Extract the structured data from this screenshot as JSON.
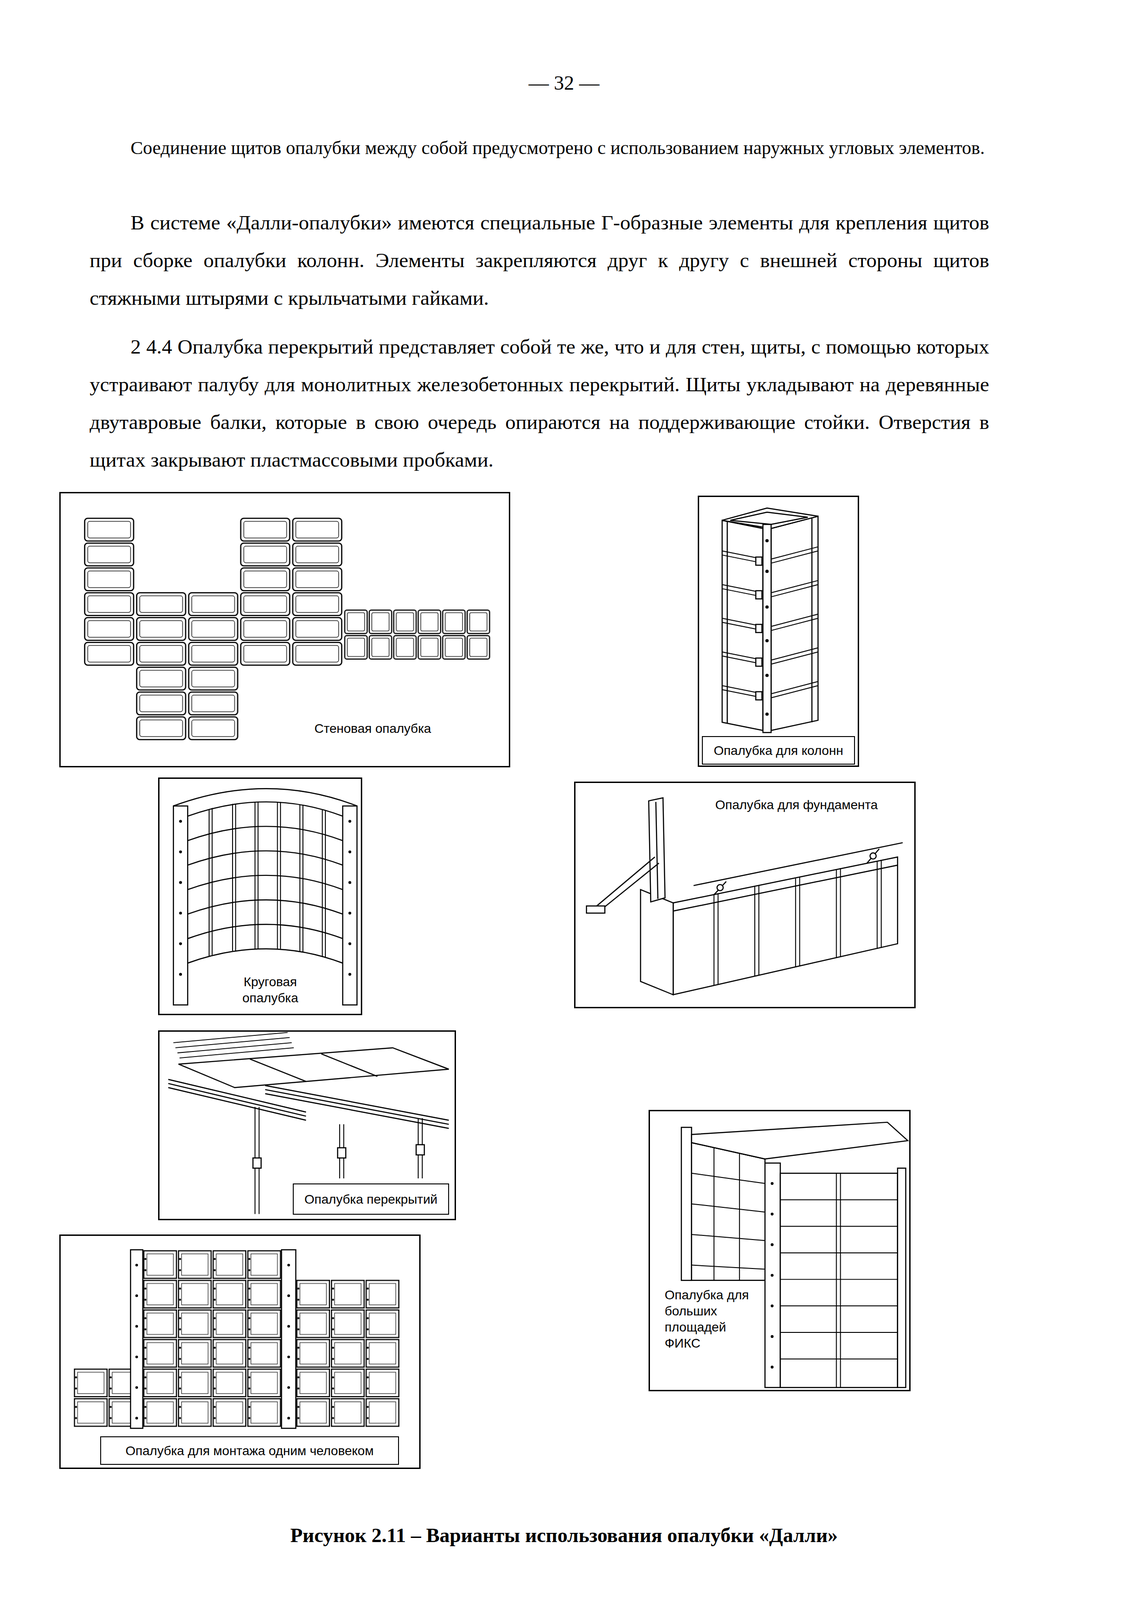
{
  "diagram": {
    "caption": "Рисунок 2.11 – Варианты использования опалубки «Далли»",
    "nodes": [
      {
        "text": [
          "Стеновая опалубка"
        ]
      },
      {
        "text": [
          "Опалубка для колонн"
        ]
      },
      {
        "text": [
          "Круговая опалубка"
        ]
      },
      {
        "text": [
          "Опалубка для фундамента"
        ]
      },
      {
        "text": [
          "Опалубка перекрытий"
        ]
      },
      {
        "text": [
          "Опалубка для больших площадей ФИКС"
        ]
      },
      {
        "text": [
          "Опалубка для монтажа одним человеком"
        ]
      }
    ],
    "labels": [
      "— 32 —",
      "Соединение щитов опалубки между собой предусмотрено с использованием наружных угловых элементов.",
      "В системе «Далли-опалубки» имеются специальные Г-образные элементы для крепления щитов при сборке опалубки колонн. Элементы закрепляются друг к другу с внешней стороны щитов стяжными штырями с крыльчатыми гайками.",
      "2 4.4 Опалубка перекрытий представляет собой те же, что и для стен, щиты, с помощью которых устраивают палубу для монолитных железобетонных перекрытий. Щиты укладывают на деревянные двутавровые балки, которые в свою очередь опираются на поддерживающие стойки. Отверстия в щитах закрывают пластмассовыми пробками."
    ]
  }
}
